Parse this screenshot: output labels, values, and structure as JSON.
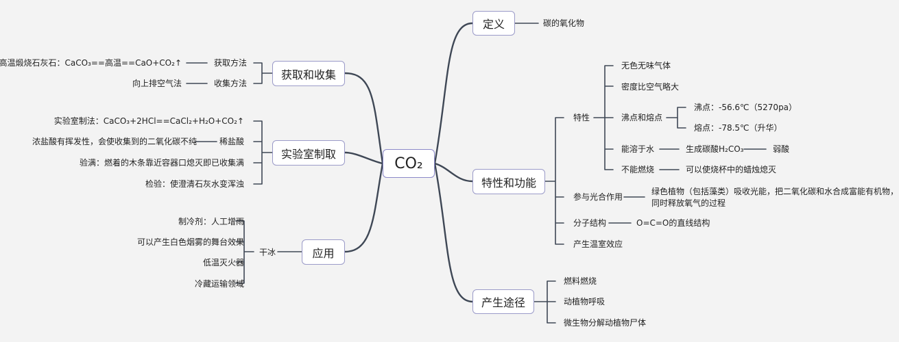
{
  "central": "CO₂",
  "branches": {
    "definition": {
      "label": "定义",
      "children": [
        "碳的氧化物"
      ]
    },
    "acquire": {
      "label": "获取和收集",
      "methods": [
        {
          "label": "获取方法",
          "detail": "高温煅烧石灰石：CaCO₃==高温==CaO+CO₂↑"
        },
        {
          "label": "收集方法",
          "detail": "向上排空气法"
        }
      ]
    },
    "lab": {
      "label": "实验室制取",
      "items": [
        "实验室制法：CaCO₃+2HCl==CaCl₂+H₂O+CO₂↑",
        "稀盐酸",
        "验满：燃着的木条靠近容器口熄灭即已收集满",
        "检验：使澄清石灰水变浑浊"
      ],
      "note": "浓盐酸有挥发性，会使收集到的二氧化碳不纯"
    },
    "use": {
      "label": "应用",
      "sub": "干冰",
      "items": [
        "制冷剂：人工增雨",
        "可以产生白色烟雾的舞台效果",
        "低温灭火器",
        "冷藏运输领域"
      ]
    },
    "props": {
      "label": "特性和功能",
      "feature": {
        "label": "特性",
        "items": [
          "无色无味气体",
          "密度比空气略大",
          "沸点和熔点",
          "能溶于水",
          "不能燃烧"
        ],
        "points": [
          "沸点：-56.6℃（5270pa）",
          "熔点：-78.5℃（升华）"
        ],
        "dissolve": [
          "生成碳酸H₂CO₃",
          "弱酸"
        ],
        "burn": "可以使烧杯中的蜡烛熄灭"
      },
      "photo": {
        "label": "参与光合作用",
        "detail_lines": [
          "绿色植物（包括藻类）吸收光能，把二氧化碳和水合成富能有机物，",
          "同时释放氧气的过程"
        ]
      },
      "molecule": {
        "label": "分子结构",
        "detail": "O=C=O的直线结构"
      },
      "greenhouse": "产生温室效应"
    },
    "source": {
      "label": "产生途径",
      "items": [
        "燃料燃烧",
        "动植物呼吸",
        "微生物分解动植物尸体"
      ]
    }
  }
}
